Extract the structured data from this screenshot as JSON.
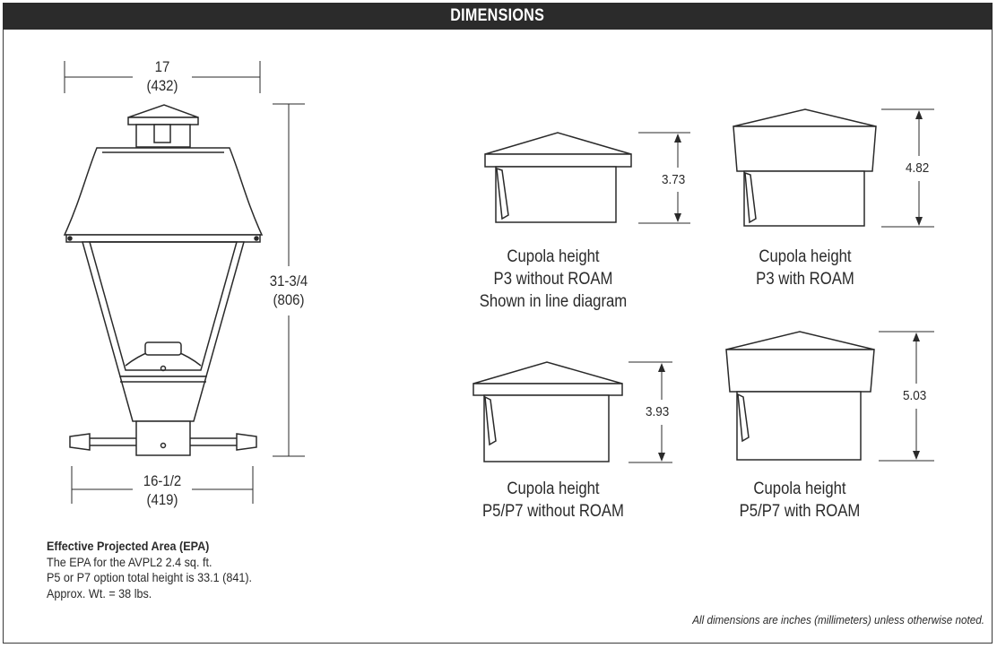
{
  "header": {
    "title": "DIMENSIONS"
  },
  "fixture": {
    "top_width": {
      "inches": "17",
      "mm": "(432)"
    },
    "height": {
      "inches": "31-3/4",
      "mm": "(806)"
    },
    "bottom_width": {
      "inches": "16-1/2",
      "mm": "(419)"
    }
  },
  "cupolas": [
    {
      "dimension": "3.73",
      "caption": [
        "Cupola height",
        "P3 without ROAM",
        "Shown in line diagram"
      ]
    },
    {
      "dimension": "4.82",
      "caption": [
        "Cupola height",
        "P3 with ROAM"
      ]
    },
    {
      "dimension": "3.93",
      "caption": [
        "Cupola height",
        "P5/P7 without ROAM"
      ]
    },
    {
      "dimension": "5.03",
      "caption": [
        "Cupola height",
        "P5/P7 with ROAM"
      ]
    }
  ],
  "epa": {
    "title": "Effective Projected Area (EPA)",
    "lines": [
      "The EPA for the AVPL2 2.4 sq. ft.",
      "P5 or P7 option total height is 33.1 (841).",
      "Approx. Wt. = 38 lbs."
    ]
  },
  "footnote": "All dimensions are inches (millimeters) unless otherwise noted."
}
